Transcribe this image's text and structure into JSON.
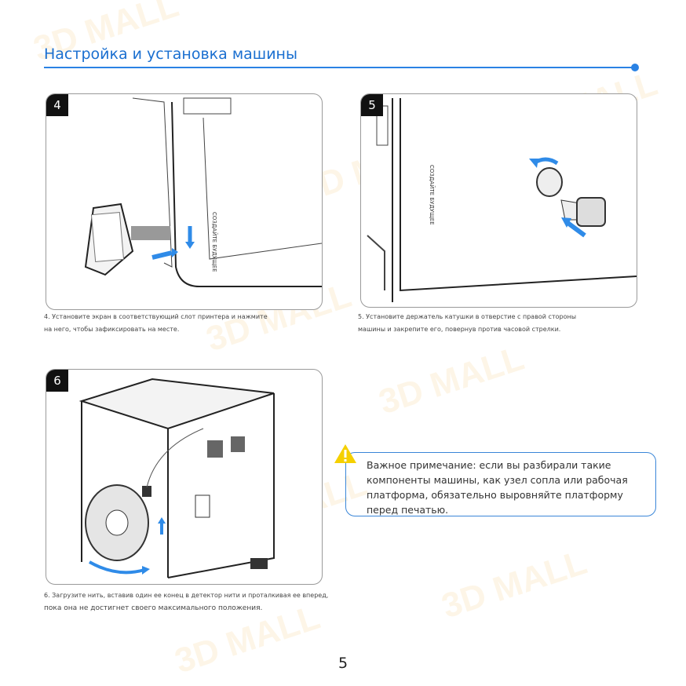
{
  "watermark": "3DMALL",
  "header": {
    "title": "Настройка и установка машины"
  },
  "steps": [
    {
      "number": "4",
      "caption_lines": [
        "4. Установите экран в соответствующий слот принтера и нажмите",
        "на него, чтобы зафиксировать на месте."
      ],
      "printer_label": "СОЗДАЙТЕ БУДУЩЕЕ"
    },
    {
      "number": "5",
      "caption_lines": [
        "5. Установите держатель катушки в отверстие с правой стороны",
        "машины и закрепите его, повернув против часовой стрелки."
      ],
      "printer_label": "СОЗДАЙТЕ БУДУЩЕЕ"
    },
    {
      "number": "6",
      "caption_lines": [
        "6. Загрузите нить, вставив один ее конец в детектор нити и проталкивая ее вперед,",
        "пока она не достигнет своего максимального положения."
      ]
    }
  ],
  "note": {
    "text": "Важное примечание: если вы разбирали такие компоненты машины, как узел сопла или рабочая платформа, обязательно выровняйте платформу перед печатью.",
    "icon": "warning-icon",
    "color": "#3a86d8"
  },
  "page_number": "5",
  "colors": {
    "accent": "#2a82e4",
    "arrow": "#2f8be8",
    "warning": "#f5d000"
  }
}
